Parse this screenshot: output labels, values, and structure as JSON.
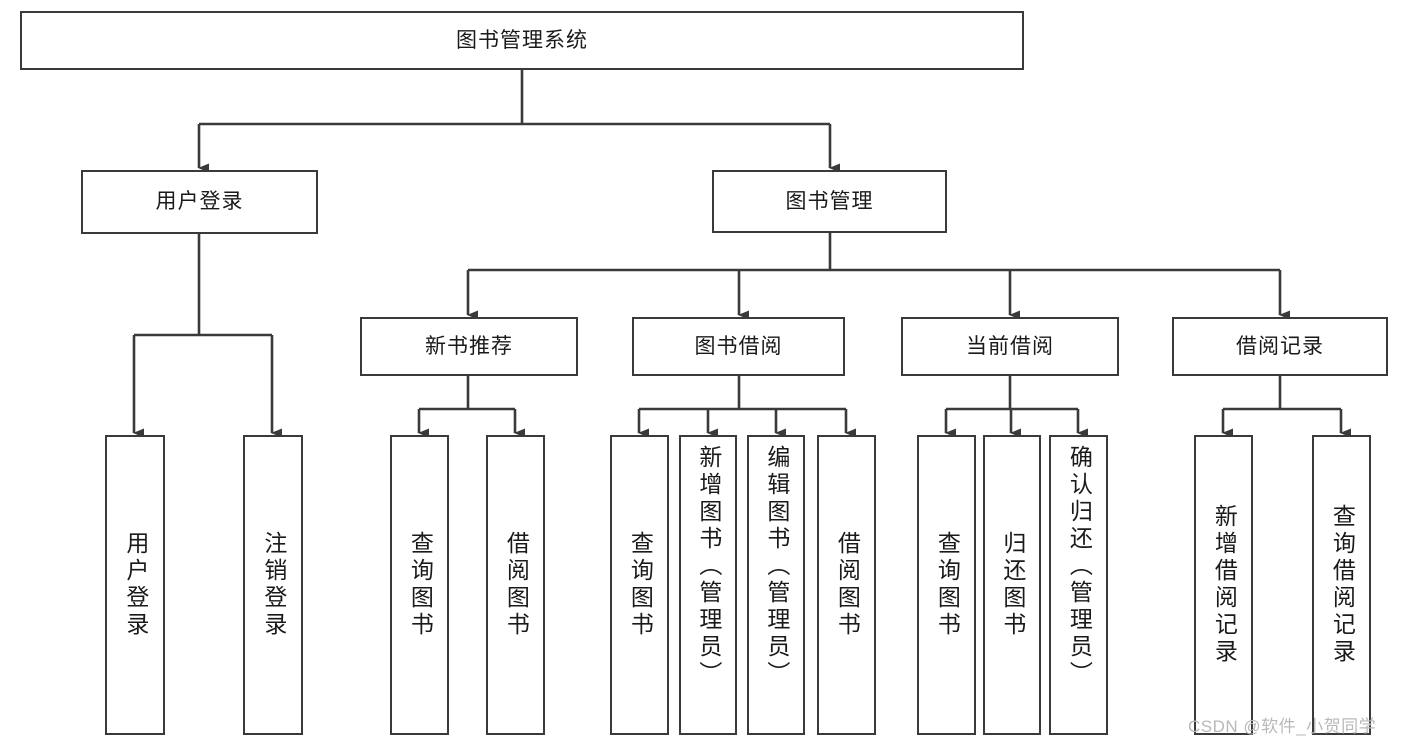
{
  "diagram": {
    "title_node": {
      "label": "图书管理系统"
    },
    "level2": [
      {
        "id": "user-login",
        "label": "用户登录"
      },
      {
        "id": "book-manage",
        "label": "图书管理"
      }
    ],
    "level3": [
      {
        "id": "new-book-recommend",
        "label": "新书推荐"
      },
      {
        "id": "book-borrow",
        "label": "图书借阅"
      },
      {
        "id": "current-borrow",
        "label": "当前借阅"
      },
      {
        "id": "borrow-record",
        "label": "借阅记录"
      }
    ],
    "leaves": {
      "user_login": [
        {
          "id": "leaf-user-login",
          "label": "用户登录"
        },
        {
          "id": "leaf-user-logout",
          "label": "注销登录"
        }
      ],
      "new_book_recommend": [
        {
          "id": "leaf-query-book-1",
          "label": "查询图书"
        },
        {
          "id": "leaf-borrow-book-1",
          "label": "借阅图书"
        }
      ],
      "book_borrow": [
        {
          "id": "leaf-query-book-2",
          "label": "查询图书"
        },
        {
          "id": "leaf-add-book",
          "label": "新增图书（管理员）"
        },
        {
          "id": "leaf-edit-book",
          "label": "编辑图书（管理员）"
        },
        {
          "id": "leaf-borrow-book-2",
          "label": "借阅图书"
        }
      ],
      "current_borrow": [
        {
          "id": "leaf-query-book-3",
          "label": "查询图书"
        },
        {
          "id": "leaf-return-book",
          "label": "归还图书"
        },
        {
          "id": "leaf-confirm-return",
          "label": "确认归还（管理员）"
        }
      ],
      "borrow_record": [
        {
          "id": "leaf-add-record",
          "label": "新增借阅记录"
        },
        {
          "id": "leaf-query-record",
          "label": "查询借阅记录"
        }
      ]
    },
    "watermark": "CSDN @软件_小贺同学",
    "colors": {
      "stroke": "#3a3a3a",
      "background": "#ffffff",
      "text": "#1a1a1a",
      "watermark": "#b9b9b9"
    }
  }
}
